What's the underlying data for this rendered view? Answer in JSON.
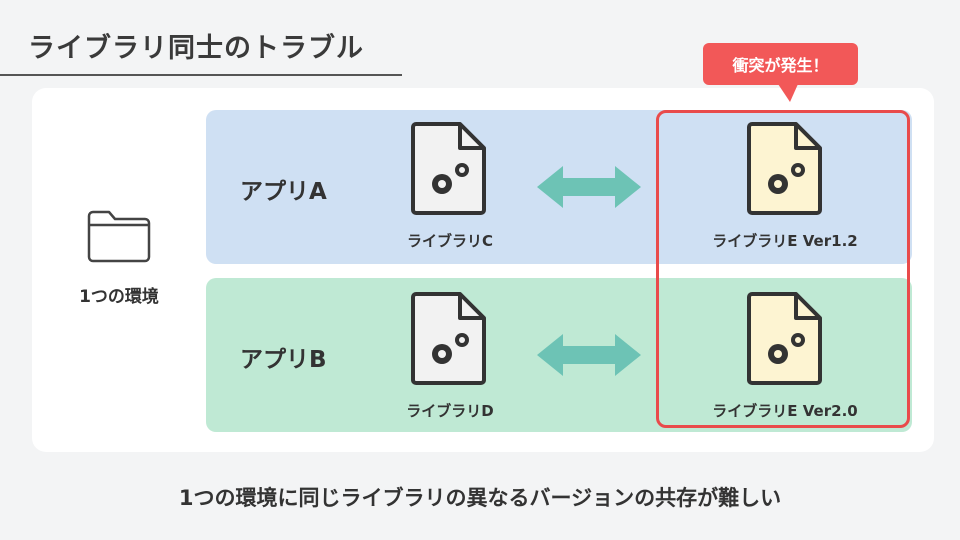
{
  "title": "ライブラリ同士のトラブル",
  "environment": {
    "label": "1つの環境",
    "icon": "folder-icon"
  },
  "apps": [
    {
      "label": "アプリA",
      "library": "ライブラリC",
      "shared_library": "ライブラリE Ver1.2"
    },
    {
      "label": "アプリB",
      "library": "ライブラリD",
      "shared_library": "ライブラリE Ver2.0"
    }
  ],
  "callout": "衝突が発生！",
  "caption": "1つの環境に同じライブラリの異なるバージョンの共存が難しい",
  "colors": {
    "row_a": "#cfe0f3",
    "row_b": "#bfe9d4",
    "arrow": "#6dc3b5",
    "conflict": "#e94b4b",
    "shared_doc": "#fdf4d2"
  }
}
